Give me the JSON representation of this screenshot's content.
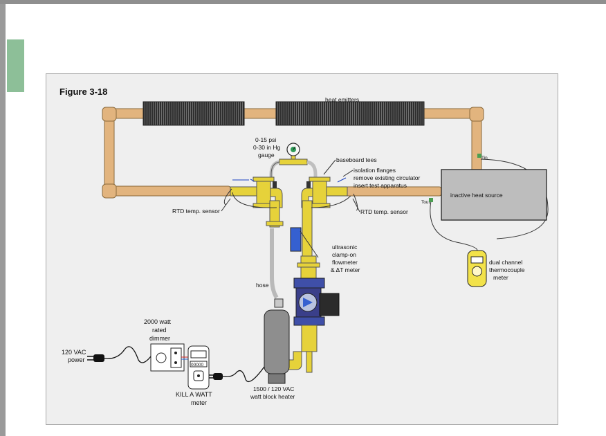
{
  "figure": {
    "title": "Figure 3-18",
    "labels": {
      "heat_emitters": "heat emitters",
      "gauge_line1": "0-15 psi",
      "gauge_line2": "0-30 in Hg",
      "gauge_line3": "gauge",
      "baseboard_tees": "baseboard tees",
      "isolation_flanges": "isolation flanges",
      "remove_circulator": "remove existing circulator",
      "insert_apparatus": "insert test apparatus",
      "rtd_left": "RTD temp. sensor",
      "rtd_right": "RTD temp. sensor",
      "inactive_heat_source": "inactive heat source",
      "t_in": "Tin",
      "t_out": "Tout",
      "flowmeter_line1": "ultrasonic",
      "flowmeter_line2": "clamp-on",
      "flowmeter_line3": "flowmeter",
      "flowmeter_line4": "& ΔT meter",
      "thermocouple_line1": "dual channel",
      "thermocouple_line2": "thermocouple",
      "thermocouple_line3": "meter",
      "hose": "hose",
      "dimmer_line1": "2000 watt",
      "dimmer_line2": "rated",
      "dimmer_line3": "dimmer",
      "power_line1": "120 VAC",
      "power_line2": "power",
      "kill_a_watt_line1": "KILL A WATT",
      "kill_a_watt_line2": "meter",
      "heater_line1": "1500 / 120 VAC",
      "heater_line2": "watt block heater",
      "meter_display": "00000"
    },
    "colors": {
      "pipe": "#e2b47e",
      "brass": "#e6d23a",
      "flange_blue": "#3f4fa8",
      "flowmeter_blue": "#3560d0",
      "emitter": "#3f3f3f",
      "heat_source": "#bdbdbd",
      "heater": "#8e8e8e",
      "meter_body": "#f2e24a"
    }
  }
}
